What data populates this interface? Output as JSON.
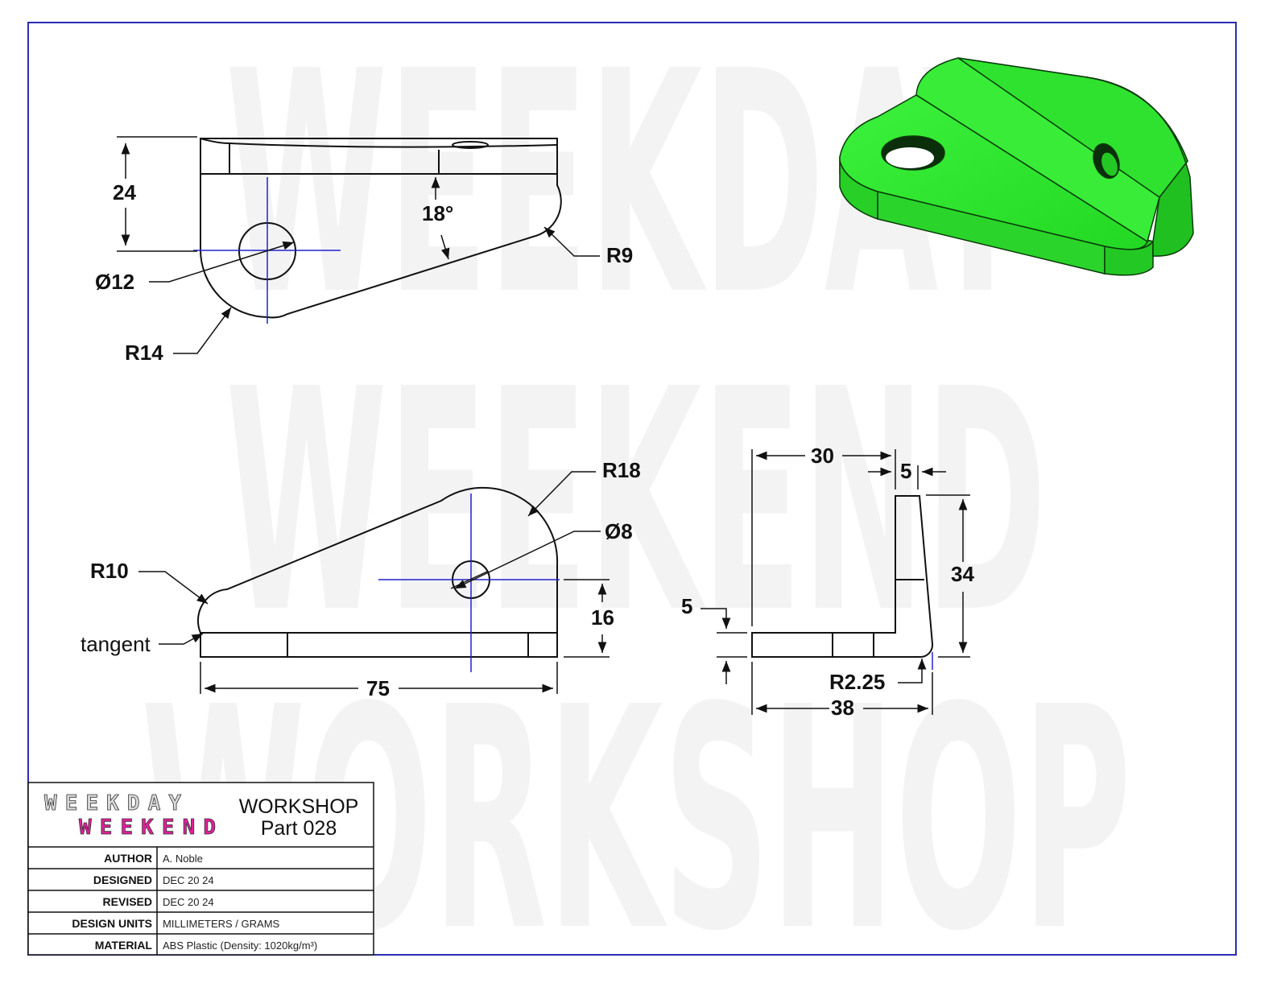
{
  "watermark": {
    "line1": "WEEKDAY",
    "line2": "WEEKEND",
    "line3": "WORKSHOP"
  },
  "top_view": {
    "dim_height": "24",
    "dim_angle": "18°",
    "dim_radius_right": "R9",
    "dim_hole": "Ø12",
    "dim_radius_left": "R14"
  },
  "front_view": {
    "dim_radius_top": "R18",
    "dim_hole": "Ø8",
    "dim_radius_left": "R10",
    "label_tangent": "tangent",
    "dim_height": "16",
    "dim_length": "75"
  },
  "side_view": {
    "dim_width_top": "30",
    "dim_thickness_top": "5",
    "dim_height": "34",
    "dim_base_thickness": "5",
    "dim_fillet": "R2.25",
    "dim_width_bottom": "38"
  },
  "model_view": {
    "color": "#33ee33"
  },
  "title_block": {
    "logo_line1": "WEEKDAY",
    "logo_line2": "WEEKEND",
    "title_line1": "WORKSHOP",
    "title_line2": "Part 028",
    "rows": [
      {
        "label": "AUTHOR",
        "value": "A. Noble"
      },
      {
        "label": "DESIGNED",
        "value": "DEC 20 24"
      },
      {
        "label": "REVISED",
        "value": "DEC 20 24"
      },
      {
        "label": "DESIGN UNITS",
        "value": "MILLIMETERS / GRAMS"
      },
      {
        "label": "MATERIAL",
        "value": "ABS Plastic (Density: 1020kg/m³)"
      }
    ]
  },
  "colors": {
    "border": "#2b2bb0",
    "centerline": "#2222cc",
    "logo_pink": "#e0209a",
    "logo_gray": "#cfcfcf"
  }
}
